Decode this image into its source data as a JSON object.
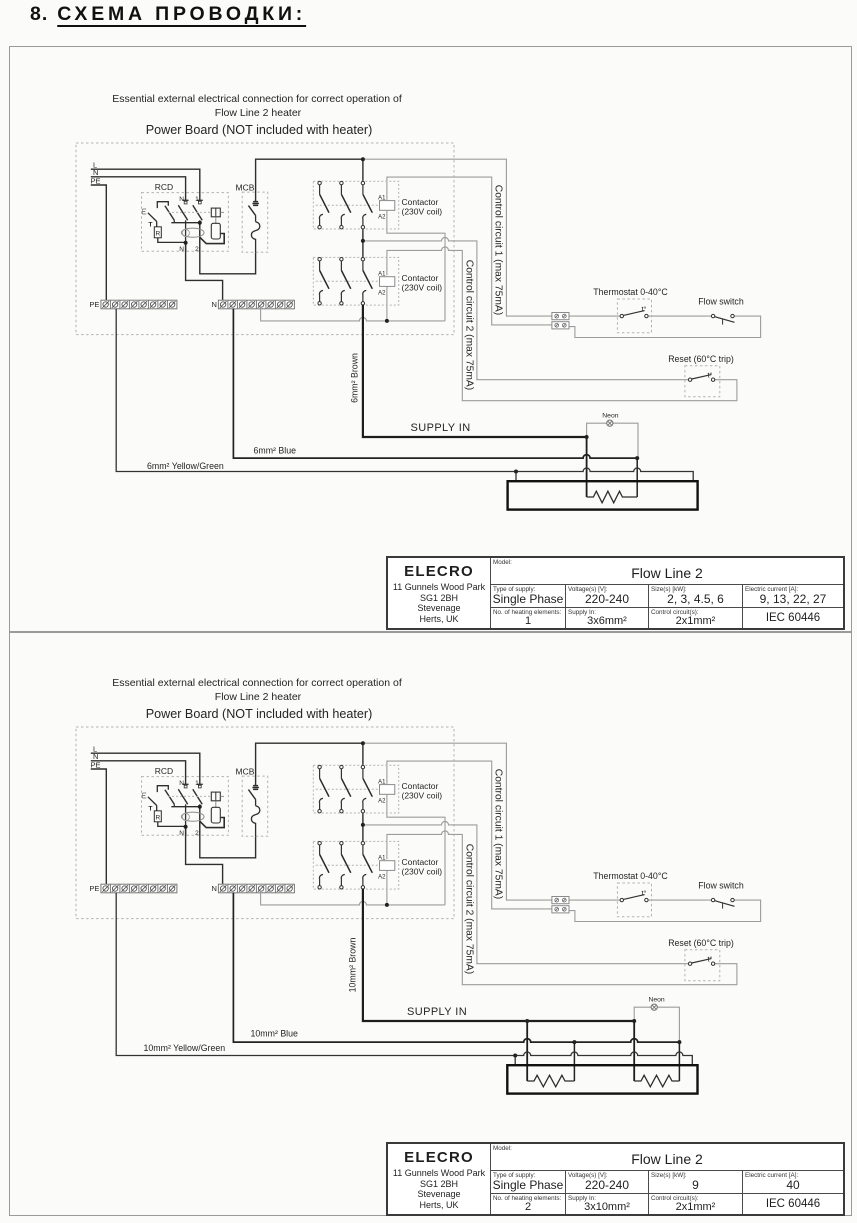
{
  "title": {
    "number": "8.",
    "text": "СХЕМА ПРОВОДКИ:"
  },
  "labels": {
    "essential_line1": "Essential external electrical connection for correct operation of",
    "essential_line2": "Flow Line 2 heater",
    "power_board": "Power Board (NOT included with heater)",
    "l": "L",
    "n": "N",
    "pe": "PE",
    "rcd": "RCD",
    "mcb": "MCB",
    "rcd_n_top": "N",
    "rcd_1": "1",
    "rcd_n_bottom": "N",
    "rcd_2": "2",
    "t": "T",
    "r": "R",
    "contactor_line1": "Contactor",
    "contactor_line2": "(230V coil)",
    "a1": "A1",
    "a2": "A2",
    "control1": "Control circuit 1 (max 75mA)",
    "control2": "Control circuit 2 (max 75mA)",
    "pe_strip": "PE",
    "n_strip": "N",
    "thermostat": "Thermostat 0-40°C",
    "t_deg": "t°",
    "flow_switch": "Flow switch",
    "reset": "Reset (60°C trip)",
    "neon": "Neon",
    "supply_in": "SUPPLY IN"
  },
  "diagram1": {
    "brown_label": "6mm² Brown",
    "blue_label": "6mm² Blue",
    "yg_label": "6mm² Yellow/Green",
    "table": {
      "brand": "ELECRO",
      "address": [
        "11 Gunnels Wood Park",
        "SG1 2BH",
        "Stevenage",
        "Herts, UK"
      ],
      "model_label": "Model:",
      "model": "Flow Line 2",
      "type_label": "Type of supply:",
      "type": "Single Phase",
      "voltage_label": "Voltage(s) [V]:",
      "voltage": "220-240",
      "size_label": "Size(s) [kW]:",
      "size": "2, 3, 4.5, 6",
      "current_label": "Electric current [A]:",
      "current": "9, 13, 22, 27",
      "elements_label": "No. of heating elements:",
      "elements": "1",
      "supply_label": "Supply In:",
      "supply": "3x6mm²",
      "control_label": "Control circuit(s):",
      "control": "2x1mm²",
      "standard": "IEC 60446"
    }
  },
  "diagram2": {
    "brown_label": "10mm² Brown",
    "blue_label": "10mm² Blue",
    "yg_label": "10mm² Yellow/Green",
    "table": {
      "brand": "ELECRO",
      "address": [
        "11 Gunnels Wood Park",
        "SG1 2BH",
        "Stevenage",
        "Herts, UK"
      ],
      "model_label": "Model:",
      "model": "Flow Line 2",
      "type_label": "Type of supply:",
      "type": "Single Phase",
      "voltage_label": "Voltage(s) [V]:",
      "voltage": "220-240",
      "size_label": "Size(s) [kW]:",
      "size": "9",
      "current_label": "Electric current [A]:",
      "current": "40",
      "elements_label": "No. of heating elements:",
      "elements": "2",
      "supply_label": "Supply In:",
      "supply": "3x10mm²",
      "control_label": "Control circuit(s):",
      "control": "2x1mm²",
      "standard": "IEC 60446"
    }
  }
}
